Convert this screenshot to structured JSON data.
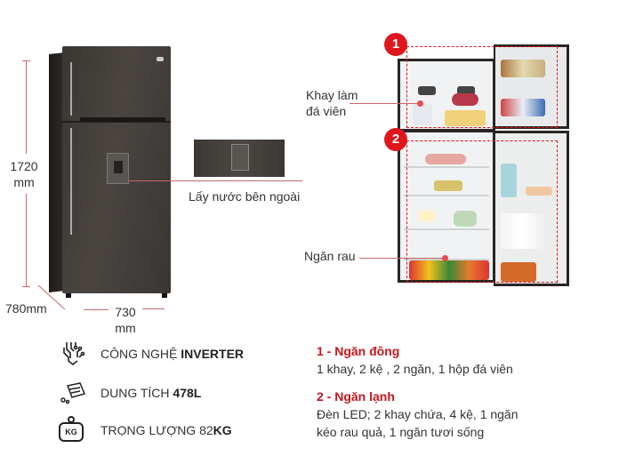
{
  "dimensions": {
    "height": "1720",
    "height_unit": "mm",
    "depth": "780mm",
    "width": "730",
    "width_unit": "mm"
  },
  "callouts": {
    "dispenser": "Lấy nước bên ngoài",
    "ice_tray_line1": "Khay làm",
    "ice_tray_line2": "đá viên",
    "vegetable": "Ngăn rau"
  },
  "markers": [
    "1",
    "2"
  ],
  "features": [
    {
      "icon": "inverter-chip-icon",
      "text": "CÔNG NGHỆ ",
      "bold": "INVERTER"
    },
    {
      "icon": "capacity-box-icon",
      "text": "DUNG TÍCH ",
      "bold": "478L"
    },
    {
      "icon": "weight-kg-icon",
      "text": "TRỌNG LƯỢNG 82",
      "bold": "KG",
      "icon_text": "KG"
    }
  ],
  "sections": [
    {
      "title": "1 - Ngăn đông",
      "lines": [
        "1 khay, 2 kệ , 2 ngăn, 1 hộp đá viên"
      ]
    },
    {
      "title": "2 - Ngăn lạnh",
      "lines": [
        "Đèn LED; 2 khay chứa, 4 kệ, 1 ngăn",
        "kéo rau quả, 1 ngăn tươi sống"
      ]
    }
  ],
  "colors": {
    "accent": "#e0161d",
    "heading": "#c4161c",
    "dim_line": "#cc6666",
    "fridge": "#4a4541"
  }
}
